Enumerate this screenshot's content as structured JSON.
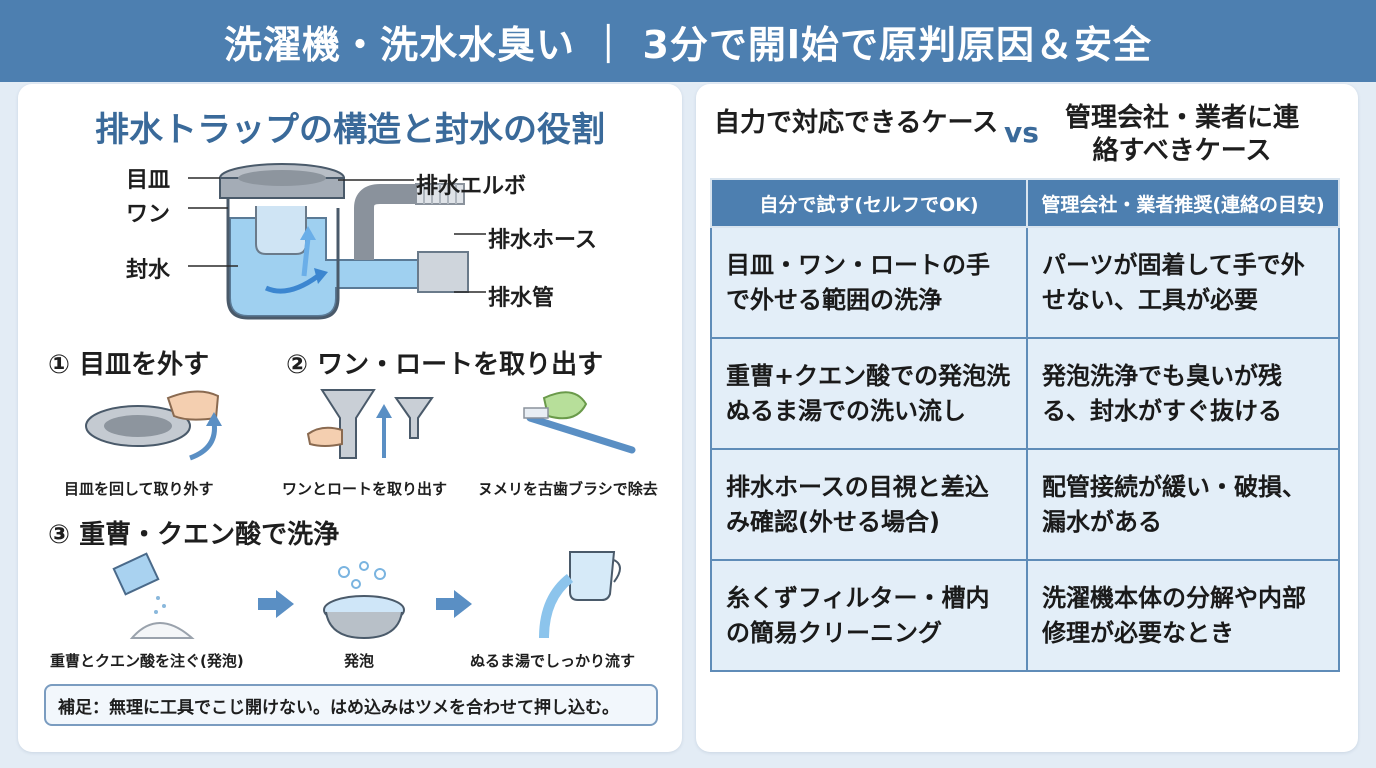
{
  "header": {
    "title": "洗濯機・洗水水臭い ｜ 3分で開l始で原判原因＆安全"
  },
  "left": {
    "title": "排水トラップの構造と封水の役割",
    "diagram": {
      "labels": {
        "me_zara": "目皿",
        "wan": "ワン",
        "fuusui": "封水",
        "elbow": "排水エルボ",
        "hose": "排水ホース",
        "pipe": "排水管"
      }
    },
    "step1": {
      "title": "① 目皿を外す",
      "caption": "目皿を回して取り外す"
    },
    "step2": {
      "title": "② ワン・ロートを取り出す",
      "caption_a": "ワンとロートを取り出す",
      "caption_b": "ヌメリを古歯ブラシで除去"
    },
    "step3": {
      "title": "③ 重曹・クエン酸で洗浄",
      "caption_a": "重曹とクエン酸を注ぐ(発泡)",
      "caption_b": "発泡",
      "caption_c": "ぬるま湯でしっかり流す"
    },
    "note": "補足：無理に工具でこじ開けない。はめ込みはツメを合わせて押し込む。"
  },
  "right": {
    "heading_left": "自力で対応できるケース",
    "heading_vs": "vs",
    "heading_right": "管理会社・業者に連絡すべきケース",
    "table": {
      "headers": [
        "自分で試す(セルフでOK)",
        "管理会社・業者推奨(連絡の目安)"
      ],
      "rows": [
        [
          "目皿・ワン・ロートの手で外せる範囲の洗浄",
          "パーツが固着して手で外せない、工具が必要"
        ],
        [
          "重曹+クエン酸での発泡洗ぬるま湯での洗い流し",
          "発泡洗浄でも臭いが残る、封水がすぐ抜ける"
        ],
        [
          "排水ホースの目視と差込み確認(外せる場合)",
          "配管接続が緩い・破損、漏水がある"
        ],
        [
          "糸くずフィルター・槽内の簡易クリーニング",
          "洗濯機本体の分解や内部修理が必要なとき"
        ]
      ]
    }
  },
  "colors": {
    "header": "#4d7fb0",
    "accent_text": "#3a6a9a",
    "water": "#8fc4ea",
    "table_cell": "#e3eef8",
    "arrow": "#5a8fc4"
  }
}
